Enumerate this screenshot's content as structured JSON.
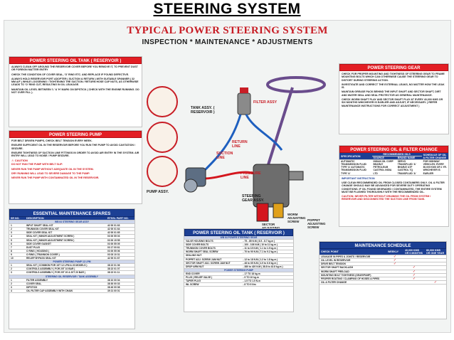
{
  "page_title": "STEERING SYSTEM",
  "poster": {
    "title": "TYPICAL POWER STEERING SYSTEM",
    "subtitle": "INSPECTION  *  MAINTENANCE  *  ADJUSTMENTS"
  },
  "tank_panel": {
    "heading": "POWER STEERING OIL TANK ( RESERVOIR )",
    "paras": [
      "ALWAYS CLEAN OFF AROUND THE RESERVOIR COVER BEFORE YOU REMOVE IT, TO PREVENT DUST OR FOREIGN MATTER ENTRY",
      "CHECK THE CONDITION OF COVER SEAL, 'O' RING ETC. AND REPLACE IF FOUND DEFECTIVE.",
      "ALWAYS HOLD RESERVOIR PORT ADOPTER ( SUCTION & RETURN ) WITH SUITABLE SPANNER ( 32 MM A/F ) WHILE LOOSENING / TIGHTENING THE SUCTION / RETURN HOSE CAP NUTS, AS OTHERWISE LEADS TO 'O' RING CUT, RESULTING IN OIL LEAKAGE.",
      "MAINTAIN OIL LEVEL BETWEEN 'L' & 'H' MARK ON DIPSTICK ( CHECK WITH THE ENGINE RUNNING. DO NOT OVER FILL )."
    ]
  },
  "pump_panel": {
    "heading": "POWER STEERING PUMP",
    "paras": [
      "FOR BELT DRIVEN PUMPS, CHECK BELT TENSION EVERY WEEK.",
      "ENSURE SUFFICIENT OIL IN THE RESERVOIR BEFORE YOU RUN THE PUMP TO AVOID CAVITATION / SEIZURE.",
      "ENSURE TIGHTNESS OF SUCTION LINE FITTINGS IN ORDER TO AVOID AIR ENTRY IN THE SYSTEM. AIR ENTRY WILL LEAD TO NOISE / PUMP SEIZURE."
    ],
    "caution_label": "CAUTION",
    "cautions": [
      "DO NOT RUN THE PUMP WITH BELT SLIP.",
      "NEVER RUN THE PUMP WITHOUT ADEQUATE OIL IN THE SYSTEM.",
      "DRY RUNNING WILL LEAD TO SEVERE DAMAGE TO THE PUMP.",
      "NEVER RUN THE PUMP WITH CONTAMINATED OIL IN THE RESERVOIR."
    ]
  },
  "spares_panel": {
    "heading": "ESSENTIAL MAINTENANCE SPARES",
    "columns": [
      "SR NO.",
      "DESCRIPTION",
      "RTSSL PART NO."
    ],
    "groups": [
      {
        "title": "WB 64 STEERING GEAR ASSY",
        "rows": [
          [
            "1",
            "INPUT SHAFT SEAL KIT",
            "42 00 01 63"
          ],
          [
            "2",
            "TRUNNION COVER SEAL KIT",
            "42 00 01 64"
          ],
          [
            "3",
            "SIDE COVER SEAL KIT",
            "42 00 01 65"
          ],
          [
            "4",
            "SEAL KIT ( MINOR ADJUSTMENT SCREW )",
            "03 00 55 03"
          ],
          [
            "5",
            "SEAL KIT ( MINOR ADJUSTMENT SCREW )",
            "03 00 15 55"
          ],
          [
            "6",
            "SIDE COVER GASKET",
            "03 00 55 05"
          ],
          [
            "7",
            "DUST PLUG",
            "03 17 00 61"
          ],
          [
            "8",
            "O RING ( HOUSING )",
            "03 00 55 06"
          ],
          [
            "9",
            "O RING ( TRUNNION COVER )",
            "03 03 10 31"
          ],
          [
            "10",
            "RELIEF BYPASS SEAL KIT",
            "42 00 01 67"
          ]
        ]
      },
      {
        "title": "POWER STEERING PUMP 12 LPM",
        "rows": [
          [
            "1",
            "SEAL KIT ( COMMON FOR 1ST 12 LPM & 20 MODELS )",
            "38 22 01 06"
          ],
          [
            "2",
            "CONTROLS ASSEMBLY ( FOR 20T 10 BAR )",
            "38 22 01 07"
          ],
          [
            "3",
            "CONTROLS ASSEMBLY ( FOR 20T 20 & 20T 20 BAR )",
            "38 22 01 11"
          ]
        ]
      },
      {
        "title": "STEERING OIL RESERVOIR / TANK ASSEMBLY",
        "rows": [
          [
            "1",
            "FILTER ASSEMBLY",
            "38 10 00 04"
          ],
          [
            "2",
            "COVER SEAL",
            "38 30 00 33"
          ],
          [
            "3",
            "DIPSTICK",
            "38 40 00 08"
          ],
          [
            "4",
            "OIL FILTER CAP ASSEMBLY WITH CHAIN",
            "39 21 00 01"
          ]
        ]
      }
    ]
  },
  "tank_spec_panel": {
    "heading": "POWER STEERING OIL TANK ( RESERVOIR )",
    "gear_title": "WB 64 POWER STEERING GEAR",
    "gear_rows": [
      [
        "VALVE HOUSING BOLTS",
        "- 75 - 85 N.M ( 8.5 - 8.7 kg.m )"
      ],
      [
        "SIDE COVER BOLTS",
        "- 100 - 108 N.M ( 10 to 11 kg.m )"
      ],
      [
        "TRUNNION COVER BOLTS",
        "- 11 to 15 N.M ( 1.1 to 1.5 kg.m )"
      ],
      [
        "WORM SHAFT SEAL SCREW",
        "- 70 to 90 N.M ( 7.1 to 9.2 kg.m )"
      ],
      [
        "SEALING NUT",
        ""
      ],
      [
        "POPPET ADJ. SCREW JAM NUT",
        "- 12 to 18 N.M ( 1.2 to 1.8 kg.m )"
      ],
      [
        "SECTOR SHAFT ADJ. SCREW JAM NUT",
        "- 48 to 65 N.M ( 4.9 to 6.6 kg.m )"
      ],
      [
        "DROP ARM NUT",
        "- 380 to 420 N.M ( 38.8 to 42.8 kg.m )"
      ]
    ],
    "pump_title": "POWER STEERING PUMP",
    "pump_rows": [
      [
        "END COVER",
        "- 17 TO 18 kg.m"
      ],
      [
        "PLUG ( RELIEF VALVE )",
        "- 9 TO 10 kg.m"
      ],
      [
        "TAPER PLUG",
        "- 1.5 TO 1.5 N.m"
      ],
      [
        "INL SCREW",
        "- 8 TO 9 Nm"
      ]
    ]
  },
  "gear_panel": {
    "heading": "POWER STEERING GEAR",
    "paras": [
      "CHECK FOR PROPER MOUNTING AND TIGHTNESS OF STEERING GEAR TO FRAME MOUNTING BOLTS WHICH CAN OTHERWISE CAUSE THE STEERING GEAR TO DISTORT DURING STEERING ACTION.",
      "INVESTIGATE AND CORRECT THE EXTERNAL LEAKS, NO MATTER HOW THE LEAK IS.",
      "MAINTAIN GREASE PACK BEHIND THE INPUT SHAFT AND SECTOR SHAFT, DIRT AND WATER SEAL AND SEAL PROTECTOR AS GENERAL MAINTENANCE.",
      "CHECK WORM SHAFT PLAY AND SECTOR SHAFT PLAY AT EVERY 40,000 KMS OR SIX MONTHS WHICHEVER IS EARLIER AND ADJUST, IF NECESSARY. ( REFER MAINTENANCE INSTRUCTIONS FOR CORRECT ADJUSTMENT )"
    ]
  },
  "oil_panel": {
    "heading": "POWER STEERING OIL & FILTER CHANGE",
    "col_spec": "SPECIFICATION",
    "col_recommended": "RECOMMENDED OILS",
    "col_source": "SOURCE",
    "col_brand": "BRAND NAME",
    "col_schedule": "SCHEDULE OF OIL & FILTER CHANGE",
    "spec_text": "AUTOMATIC TRANSMISSION FLUID TYPE 'A' AUTOMATIC TRANSMISSION FLUID TYPE 'A'",
    "source_text": "INDIAN OIL CORP BHARAT PETROLEUM CASTROL INDIA LTD",
    "brand_text": "SERVO TRANSFLUID 'A' BHARAT ATF CASTROL TQ TRANSFLUID 'A'",
    "schedule_text": "FOR HIGHWAY VEHICLES: EVERY 60,000 KMS OR 1 YR. WHICHEVER IS EARLIER",
    "important_label": "IMPORTANT INSTRUCTION",
    "important_text": "USE CLEAN RECOMMENDED OIL FROM CLOSED CONTAINERS ONLY. OIL & FILTER CHANGE SHOULD MAY BE ADVANCED FOR SEVERE DUTY OPERATING CONDITIONS. IF OIL FOUND DEGRADED / CONTAMINATED, THE ENTIRE SYSTEM MUST BE FLUSHED THOROUGHLY WITH THE RECOMMENDED OIL.",
    "caution_text": "CAUTION: NEVER FILTER WITHOUT DRAINING THE OIL FROM SYSTEM / RESERVOIR AND DISCONNECTED THE SUCTION LINE FROM TANK."
  },
  "schedule_panel": {
    "heading": "MAINTENANCE SCHEDULE",
    "col_point": "CHECK POINT",
    "col_weekly": "WEEKLY",
    "col_6m": "40,000 KMS OR 6 MONTHS",
    "col_1y": "80,000 KMS OR ONE YEAR",
    "rows": [
      {
        "label": "LEAKAGE IN PIPES & JOINTS / RESERVOIR",
        "w": true,
        "m": false,
        "y": false
      },
      {
        "label": "OIL LEVEL IN RESERVOIR",
        "w": true,
        "m": false,
        "y": false
      },
      {
        "label": "DRIVE BELT TENSION",
        "w": true,
        "m": false,
        "y": false
      },
      {
        "label": "SECTOR SHAFT BACKLASH",
        "w": false,
        "m": true,
        "y": false
      },
      {
        "label": "WORM SHAFT PRELOAD",
        "w": false,
        "m": true,
        "y": false
      },
      {
        "label": "MOUNTING BOLT TIGHTNESS (GEAR/PUMP)",
        "w": false,
        "m": true,
        "y": false
      },
      {
        "label": "PROPER ROUTING / CLAMPING OF HOSES & PIPES",
        "w": false,
        "m": true,
        "y": false
      },
      {
        "label": "OIL & FILTER CHANGE",
        "w": false,
        "m": false,
        "y": true
      }
    ],
    "check_mark": "✓"
  },
  "diagram": {
    "tank_label": "TANK ASSY. ( RESERVOIR )",
    "filter_label": "FILTER ASSY",
    "return_label": "RETURN LINE",
    "suction_label": "SUCTION LINE",
    "pressure_label": "PRESSURE LINE",
    "pump_label": "PUMP ASSY.",
    "gear_label": "STEERING GEAR ASSY.",
    "worm_label": "WORM ADJUSTING SCREW",
    "poppet_label": "POPPET ADJUSTING SCREW",
    "sector_label": "SECTOR ADJUSTING SCREW"
  },
  "colors": {
    "red": "#e31e24",
    "blue": "#1c3f94",
    "title_red": "#c81d25"
  }
}
